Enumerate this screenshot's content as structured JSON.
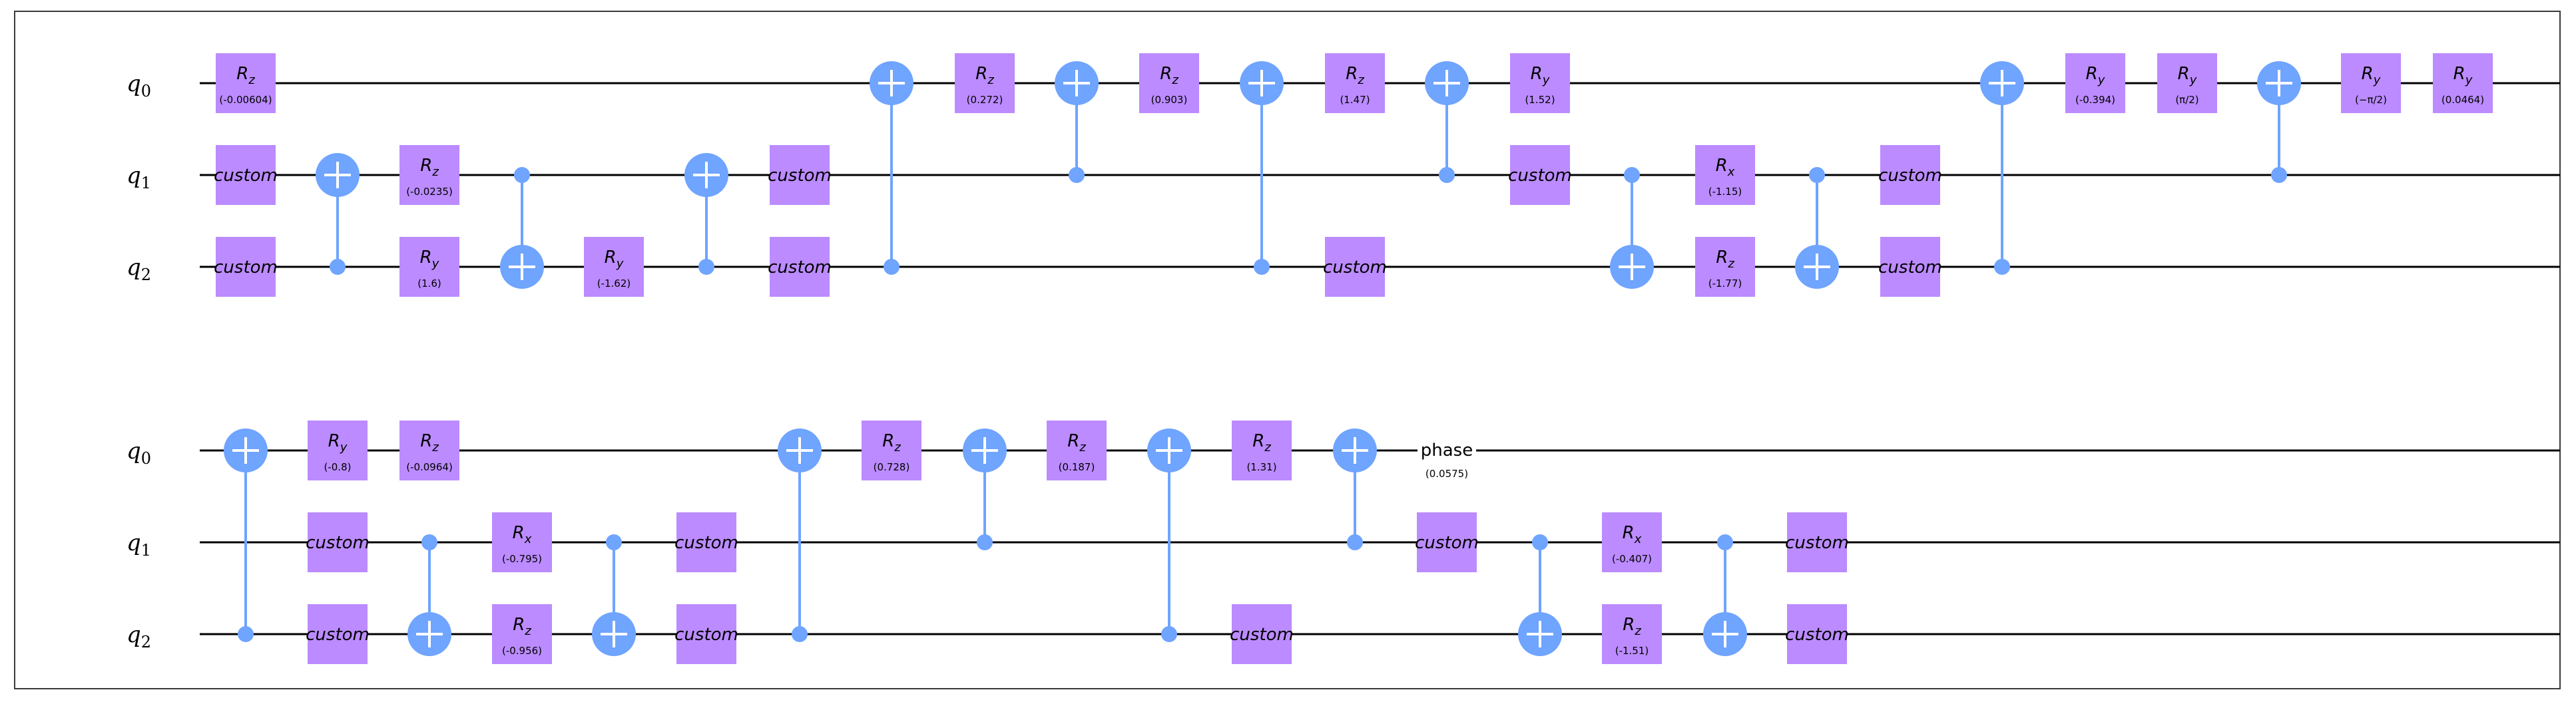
{
  "circuit": {
    "qubits": [
      {
        "letter": "q",
        "index": "0"
      },
      {
        "letter": "q",
        "index": "1"
      },
      {
        "letter": "q",
        "index": "2"
      }
    ],
    "colors": {
      "gate": "#bb8bff",
      "control": "#6fa4ff",
      "wire": "#000000"
    },
    "rows": [
      {
        "columns": [
          [
            {
              "type": "rot",
              "q": 0,
              "axis": "z",
              "param": "(-0.00604)"
            },
            {
              "type": "custom",
              "q": 1,
              "label": "custom"
            },
            {
              "type": "custom",
              "q": 2,
              "label": "custom"
            }
          ],
          [
            {
              "type": "cx",
              "c": 2,
              "t": 1
            }
          ],
          [
            {
              "type": "rot",
              "q": 1,
              "axis": "z",
              "param": "(-0.0235)"
            },
            {
              "type": "rot",
              "q": 2,
              "axis": "y",
              "param": "(1.6)"
            }
          ],
          [
            {
              "type": "cx",
              "c": 1,
              "t": 2
            }
          ],
          [
            {
              "type": "rot",
              "q": 2,
              "axis": "y",
              "param": "(-1.62)"
            }
          ],
          [
            {
              "type": "cx",
              "c": 2,
              "t": 1
            }
          ],
          [
            {
              "type": "custom",
              "q": 1,
              "label": "custom"
            },
            {
              "type": "custom",
              "q": 2,
              "label": "custom"
            }
          ],
          [
            {
              "type": "cx",
              "c": 2,
              "t": 0
            }
          ],
          [
            {
              "type": "rot",
              "q": 0,
              "axis": "z",
              "param": "(0.272)"
            }
          ],
          [
            {
              "type": "cx",
              "c": 1,
              "t": 0
            }
          ],
          [
            {
              "type": "rot",
              "q": 0,
              "axis": "z",
              "param": "(0.903)"
            }
          ],
          [
            {
              "type": "cx",
              "c": 2,
              "t": 0
            }
          ],
          [
            {
              "type": "rot",
              "q": 0,
              "axis": "z",
              "param": "(1.47)"
            },
            {
              "type": "custom",
              "q": 2,
              "label": "custom"
            }
          ],
          [
            {
              "type": "cx",
              "c": 1,
              "t": 0
            }
          ],
          [
            {
              "type": "rot",
              "q": 0,
              "axis": "y",
              "param": "(1.52)"
            },
            {
              "type": "custom",
              "q": 1,
              "label": "custom"
            }
          ],
          [
            {
              "type": "cx",
              "c": 1,
              "t": 2
            }
          ],
          [
            {
              "type": "rot",
              "q": 1,
              "axis": "x",
              "param": "(-1.15)"
            },
            {
              "type": "rot",
              "q": 2,
              "axis": "z",
              "param": "(-1.77)"
            }
          ],
          [
            {
              "type": "cx",
              "c": 1,
              "t": 2
            }
          ],
          [
            {
              "type": "custom",
              "q": 1,
              "label": "custom"
            },
            {
              "type": "custom",
              "q": 2,
              "label": "custom"
            }
          ],
          [
            {
              "type": "cx",
              "c": 2,
              "t": 0
            }
          ],
          [
            {
              "type": "rot",
              "q": 0,
              "axis": "y",
              "param": "(-0.394)"
            }
          ],
          [
            {
              "type": "rot",
              "q": 0,
              "axis": "y",
              "param": "(π/2)"
            }
          ],
          [
            {
              "type": "cx",
              "c": 1,
              "t": 0
            }
          ],
          [
            {
              "type": "rot",
              "q": 0,
              "axis": "y",
              "param": "(−π/2)"
            }
          ],
          [
            {
              "type": "rot",
              "q": 0,
              "axis": "y",
              "param": "(0.0464)"
            }
          ]
        ]
      },
      {
        "columns": [
          [
            {
              "type": "cx",
              "c": 2,
              "t": 0
            }
          ],
          [
            {
              "type": "rot",
              "q": 0,
              "axis": "y",
              "param": "(-0.8)"
            },
            {
              "type": "custom",
              "q": 1,
              "label": "custom"
            },
            {
              "type": "custom",
              "q": 2,
              "label": "custom"
            }
          ],
          [
            {
              "type": "rot",
              "q": 0,
              "axis": "z",
              "param": "(-0.0964)"
            },
            {
              "type": "cx",
              "c": 1,
              "t": 2
            }
          ],
          [
            {
              "type": "rot",
              "q": 1,
              "axis": "x",
              "param": "(-0.795)"
            },
            {
              "type": "rot",
              "q": 2,
              "axis": "z",
              "param": "(-0.956)"
            }
          ],
          [
            {
              "type": "cx",
              "c": 1,
              "t": 2
            }
          ],
          [
            {
              "type": "custom",
              "q": 1,
              "label": "custom"
            },
            {
              "type": "custom",
              "q": 2,
              "label": "custom"
            }
          ],
          [
            {
              "type": "cx",
              "c": 2,
              "t": 0
            }
          ],
          [
            {
              "type": "rot",
              "q": 0,
              "axis": "z",
              "param": "(0.728)"
            }
          ],
          [
            {
              "type": "cx",
              "c": 1,
              "t": 0
            }
          ],
          [
            {
              "type": "rot",
              "q": 0,
              "axis": "z",
              "param": "(0.187)"
            }
          ],
          [
            {
              "type": "cx",
              "c": 2,
              "t": 0
            }
          ],
          [
            {
              "type": "rot",
              "q": 0,
              "axis": "z",
              "param": "(1.31)"
            },
            {
              "type": "custom",
              "q": 2,
              "label": "custom"
            }
          ],
          [
            {
              "type": "cx",
              "c": 1,
              "t": 0
            }
          ],
          [
            {
              "type": "phase",
              "q": 0,
              "label": "phase",
              "param": "(0.0575)"
            },
            {
              "type": "custom",
              "q": 1,
              "label": "custom"
            }
          ],
          [
            {
              "type": "cx",
              "c": 1,
              "t": 2
            }
          ],
          [
            {
              "type": "rot",
              "q": 1,
              "axis": "x",
              "param": "(-0.407)"
            },
            {
              "type": "rot",
              "q": 2,
              "axis": "z",
              "param": "(-1.51)"
            }
          ],
          [
            {
              "type": "cx",
              "c": 1,
              "t": 2
            }
          ],
          [
            {
              "type": "custom",
              "q": 1,
              "label": "custom"
            },
            {
              "type": "custom",
              "q": 2,
              "label": "custom"
            }
          ]
        ]
      }
    ]
  }
}
